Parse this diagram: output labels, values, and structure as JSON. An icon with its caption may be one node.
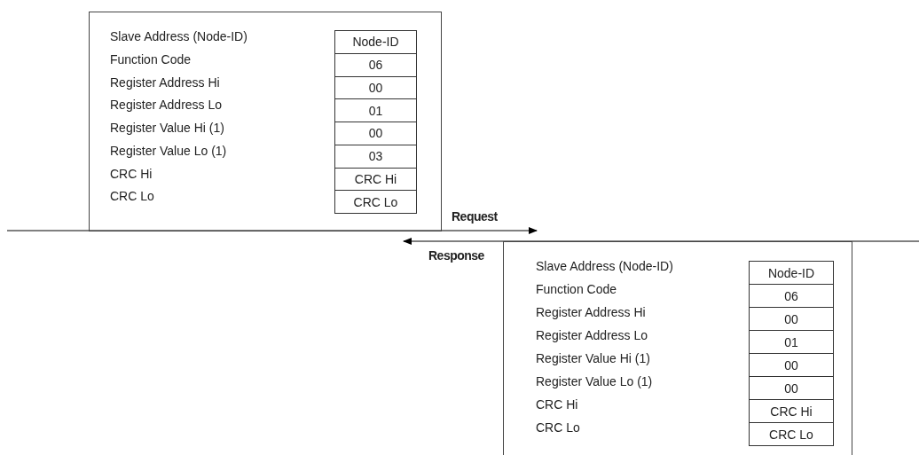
{
  "diagram": {
    "nodes": [
      {
        "text": [],
        "shape": "box"
      },
      {
        "text": [
          "Node-ID"
        ],
        "in": 0
      },
      {
        "text": [
          "06"
        ],
        "in": 0
      },
      {
        "text": [
          "00"
        ],
        "in": 0
      },
      {
        "text": [
          "01"
        ],
        "in": 0
      },
      {
        "text": [
          "00"
        ],
        "in": 0
      },
      {
        "text": [
          "03"
        ],
        "in": 0
      },
      {
        "text": [
          "CRC Hi"
        ],
        "in": 0
      },
      {
        "text": [
          "CRC Lo"
        ],
        "in": 0
      },
      {
        "text": [],
        "shape": "box"
      },
      {
        "text": [
          "Node-ID"
        ],
        "in": 9
      },
      {
        "text": [
          "06"
        ],
        "in": 9
      },
      {
        "text": [
          "00"
        ],
        "in": 9
      },
      {
        "text": [
          "01"
        ],
        "in": 9
      },
      {
        "text": [
          "00"
        ],
        "in": 9
      },
      {
        "text": [
          "00"
        ],
        "in": 9
      },
      {
        "text": [
          "CRC Hi"
        ],
        "in": 9
      },
      {
        "text": [
          "CRC Lo"
        ],
        "in": 9
      }
    ],
    "edges": [
      {
        "from": 0,
        "to": 9,
        "arrow": "to",
        "label": "Request"
      },
      {
        "from": 9,
        "to": 0,
        "arrow": "to",
        "label": "Response"
      }
    ],
    "labels": [
      "Slave Address (Node-ID)",
      "Function Code",
      "Register Address Hi",
      "Register Address Lo",
      "Register Value Hi (1)",
      "Register Value Lo (1)",
      "CRC Hi",
      "CRC Lo",
      "Slave Address (Node-ID)",
      "Function Code",
      "Register Address Hi",
      "Register Address Lo",
      "Register Value Hi (1)",
      "Register Value Lo (1)",
      "CRC Hi",
      "CRC Lo"
    ]
  }
}
